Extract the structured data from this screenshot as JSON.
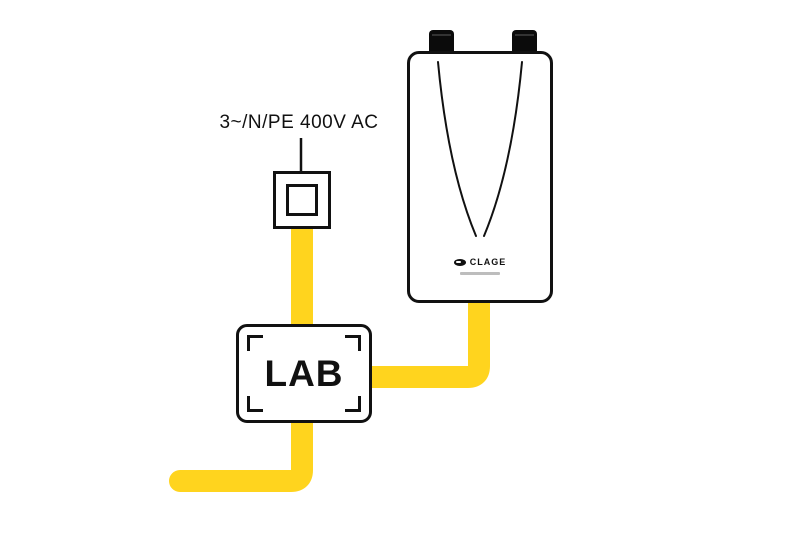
{
  "diagram": {
    "power_label": "3~/N/PE 400V AC",
    "lab_label": "LAB",
    "brand": "CLAGE",
    "colors": {
      "cable": "#FFD41E",
      "line": "#111111"
    }
  }
}
